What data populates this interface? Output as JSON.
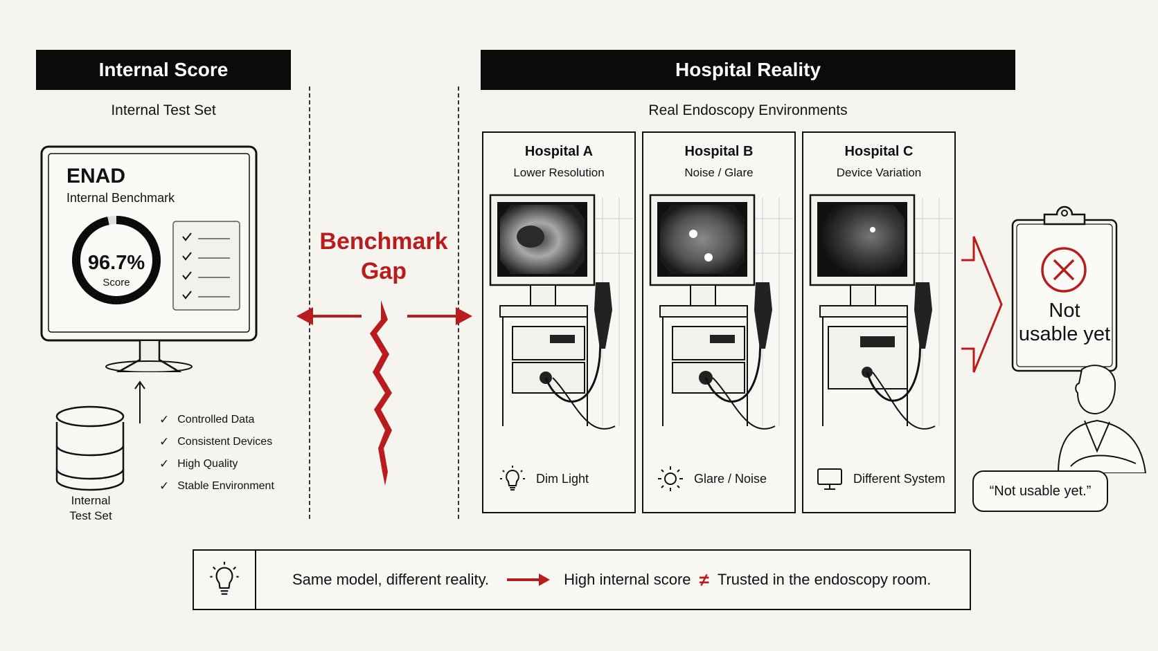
{
  "left": {
    "banner": "Internal Score",
    "subtitle": "Internal Test Set",
    "monitor": {
      "name": "ENAD",
      "caption": "Internal Benchmark",
      "score": "96.7%",
      "score_fraction": 0.967,
      "score_label": "Score"
    },
    "database_label_line1": "Internal",
    "database_label_line2": "Test Set",
    "checks": [
      "Controlled Data",
      "Consistent Devices",
      "High Quality",
      "Stable Environment"
    ]
  },
  "gap": {
    "line1": "Benchmark",
    "line2": "Gap"
  },
  "right": {
    "banner": "Hospital Reality",
    "subtitle": "Real Endoscopy Environments",
    "hospitals": [
      {
        "name": "Hospital A",
        "issue": "Lower Resolution",
        "condition": "Dim Light",
        "icon": "lightbulb-icon"
      },
      {
        "name": "Hospital B",
        "issue": "Noise / Glare",
        "condition": "Glare / Noise",
        "icon": "sun-icon"
      },
      {
        "name": "Hospital C",
        "issue": "Device Variation",
        "condition": "Different System",
        "icon": "monitor-icon"
      }
    ]
  },
  "verdict": {
    "line1": "Not",
    "line2": "usable yet",
    "quote": "“Not usable yet.”"
  },
  "footer": {
    "text1": "Same model, different reality.",
    "text2": "High internal score",
    "text3": "Trusted in the endoscopy room."
  },
  "colors": {
    "accent_red": "#b91c1c",
    "banner_black": "#0b0b0b",
    "background": "#f6f4ef"
  }
}
